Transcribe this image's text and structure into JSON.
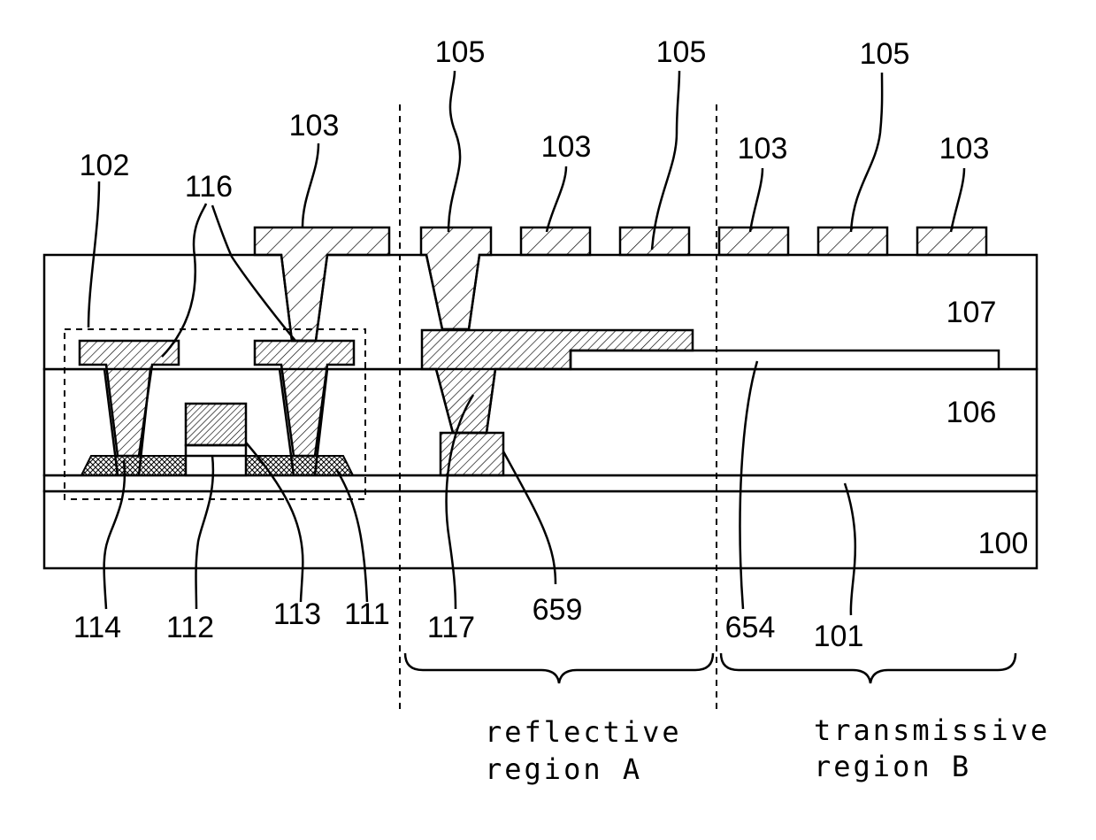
{
  "labels": {
    "n105a": "105",
    "n105b": "105",
    "n105c": "105",
    "n103a": "103",
    "n103b": "103",
    "n103c": "103",
    "n103d": "103",
    "n102": "102",
    "n116": "116",
    "n107": "107",
    "n106": "106",
    "n100": "100",
    "n114": "114",
    "n112": "112",
    "n113": "113",
    "n111": "111",
    "n117": "117",
    "n659": "659",
    "n654": "654",
    "n101": "101"
  },
  "regions": {
    "reflective_line1": "reflective",
    "reflective_line2": "region A",
    "transmissive_line1": "transmissive",
    "transmissive_line2": "region B"
  }
}
